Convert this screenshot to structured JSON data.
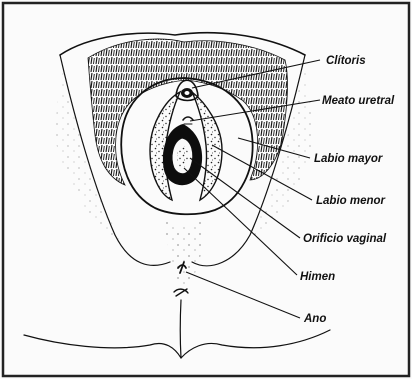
{
  "labels": {
    "clitoris": "Clítoris",
    "meato_uretral": "Meato uretral",
    "labio_mayor": "Labio mayor",
    "labio_menor": "Labio menor",
    "orificio_vaginal": "Orificio vaginal",
    "himen": "Himen",
    "ano": "Ano"
  },
  "colors": {
    "ink": "#111111",
    "background": "#fbfbfb",
    "frame": "#222222"
  }
}
